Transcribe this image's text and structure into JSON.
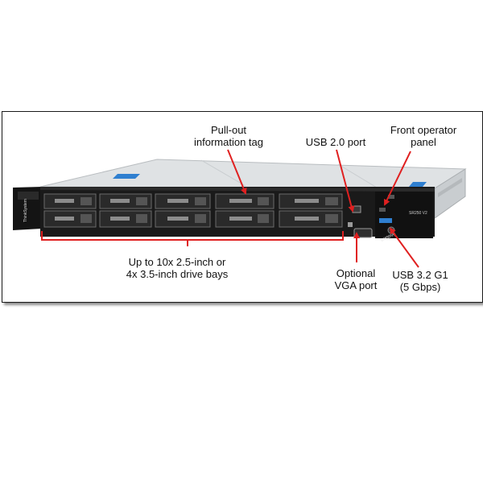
{
  "colors": {
    "callout_line": "#e02020",
    "chassis_silver": "#d9dcde",
    "bezel_black": "#141414",
    "accent_blue": "#2f7fd0"
  },
  "chassis": {
    "brand_vertical": "ThinkSystem",
    "brand": "Lenovo",
    "model": "SR250 V2"
  },
  "callouts": {
    "info_tag": "Pull-out\ninformation tag",
    "usb2": "USB 2.0 port",
    "operator_panel": "Front operator\npanel",
    "drive_bays": "Up to 10x 2.5-inch or\n4x 3.5-inch drive bays",
    "vga": "Optional\nVGA port",
    "usb3": "USB 3.2 G1\n(5 Gbps)"
  }
}
